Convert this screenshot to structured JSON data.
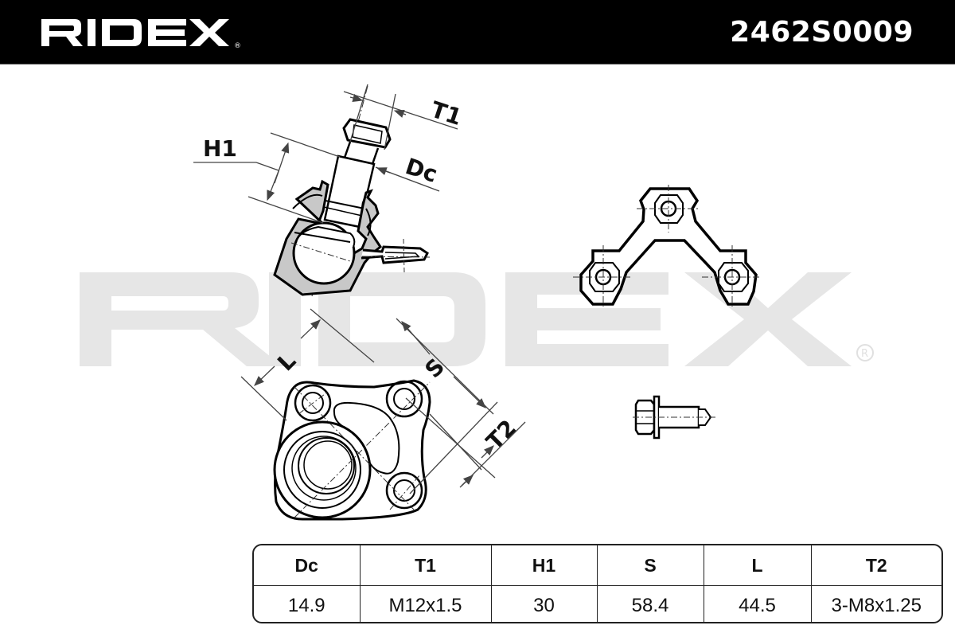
{
  "header": {
    "brand": "RIDEX",
    "registered_mark": "®",
    "part_number": "2462S0009",
    "background_color": "#000000",
    "text_color": "#ffffff"
  },
  "watermark": {
    "text": "RIDEX",
    "color": "#e6e6e6"
  },
  "diagram": {
    "views": [
      {
        "name": "ball-joint-side-view",
        "labels": [
          "T1",
          "H1",
          "Dc"
        ]
      },
      {
        "name": "flange-top-view",
        "labels": [
          "L",
          "S",
          "T2"
        ]
      },
      {
        "name": "mounting-plate",
        "labels": []
      },
      {
        "name": "bolt",
        "labels": []
      }
    ],
    "labels": {
      "t1": "T1",
      "h1": "H1",
      "dc": "Dc",
      "l": "L",
      "s": "S",
      "t2": "T2"
    }
  },
  "spec_table": {
    "columns": [
      "Dc",
      "T1",
      "H1",
      "S",
      "L",
      "T2"
    ],
    "values": [
      "14.9",
      "M12x1.5",
      "30",
      "58.4",
      "44.5",
      "3-M8x1.25"
    ]
  }
}
